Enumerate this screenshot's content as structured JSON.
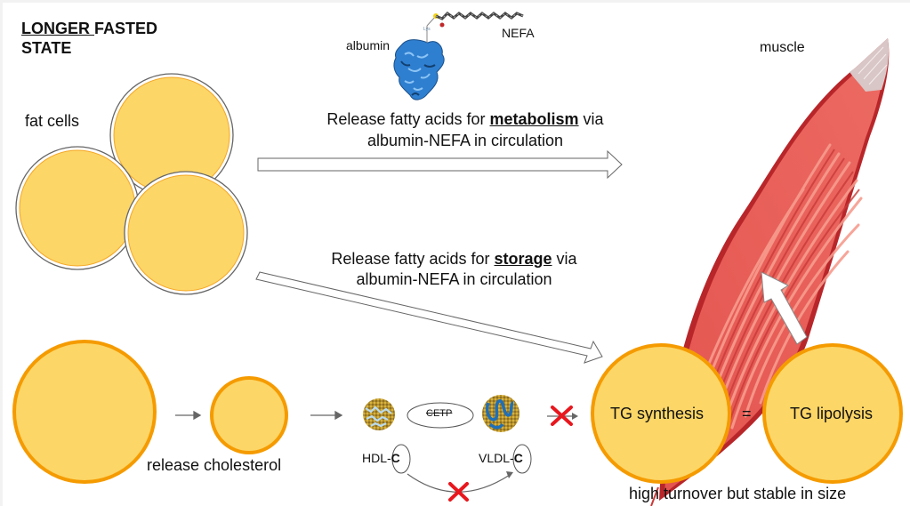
{
  "title": {
    "underlined": "LONGER ",
    "rest_line1": "FASTED",
    "line2": "STATE"
  },
  "labels": {
    "fat_cells": "fat cells",
    "albumin": "albumin",
    "nefa": "NEFA",
    "lys": "Lys",
    "muscle": "muscle",
    "release_cholesterol": "release cholesterol",
    "cetp": "CETP",
    "hdl_prefix": "HDL-",
    "vldl_prefix": "VLDL-",
    "c": "C",
    "tg_synthesis": "TG synthesis",
    "equals": "=",
    "tg_lipolysis": "TG lipolysis",
    "footer": "high turnover but stable in size"
  },
  "metabolism_text": {
    "pre": "Release fatty acids for ",
    "emph": "metabolism",
    "post": " via",
    "line2": "albumin-NEFA in circulation"
  },
  "storage_text": {
    "pre": "Release fatty acids for ",
    "emph": "storage",
    "post": " via",
    "line2": "albumin-NEFA in circulation"
  },
  "colors": {
    "fat_fill": "#fcd667",
    "fat_stroke": "#f5a623",
    "orange_stroke": "#f59b00",
    "muscle_red": "#e05a55",
    "muscle_dark": "#b8262a",
    "muscle_light": "#f79c8e",
    "tendon": "#d9c6c6",
    "albumin_blue": "#2f7fd0",
    "block_red": "#e8171e"
  }
}
